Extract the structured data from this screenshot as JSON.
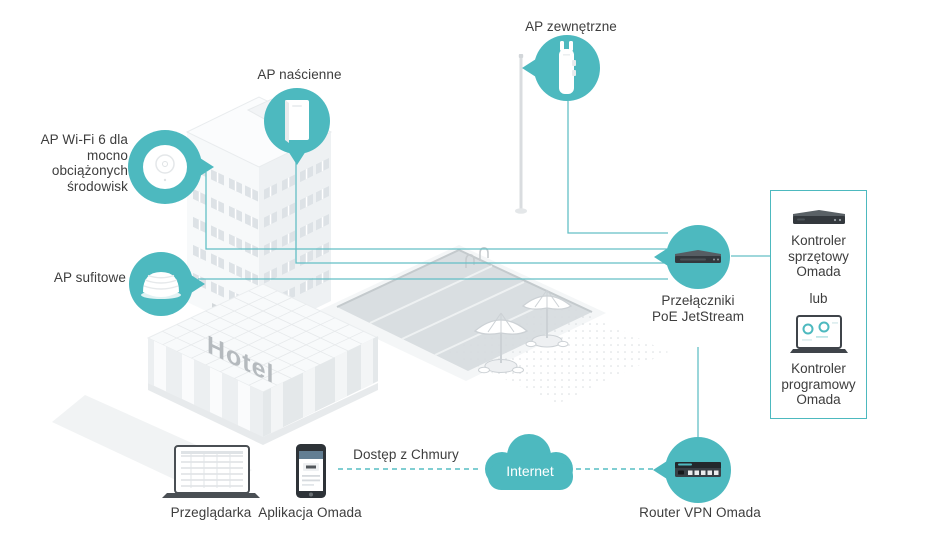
{
  "scene": {
    "hotel_sign": "Hotel"
  },
  "callouts": {
    "ap_wifi6": {
      "label": "AP Wi-Fi 6 dla mocno obciążonych środowisk",
      "icon": "ceiling-ap-top"
    },
    "ap_wall": {
      "label": "AP naścienne",
      "icon": "wall-ap"
    },
    "ap_outdoor": {
      "label": "AP zewnętrzne",
      "icon": "outdoor-ap"
    },
    "ap_ceiling": {
      "label": "AP sufitowe",
      "icon": "ceiling-ap-side"
    },
    "switch": {
      "label": "Przełączniki PoE JetStream",
      "icon": "poe-switch"
    },
    "router": {
      "label": "Router VPN Omada",
      "icon": "vpn-router"
    }
  },
  "controller_box": {
    "hardware_label": "Kontroler sprzętowy Omada",
    "or_label": "lub",
    "software_label": "Kontroler programowy Omada"
  },
  "bottom": {
    "browser_label": "Przeglądarka",
    "app_label": "Aplikacja Omada",
    "cloud_access_label": "Dostęp z Chmury",
    "internet_label": "Internet"
  },
  "colors": {
    "teal": "#4db9bf",
    "line_teal": "#63bfc5",
    "text": "#3d3d3d",
    "device_dark": "#3b4147"
  }
}
